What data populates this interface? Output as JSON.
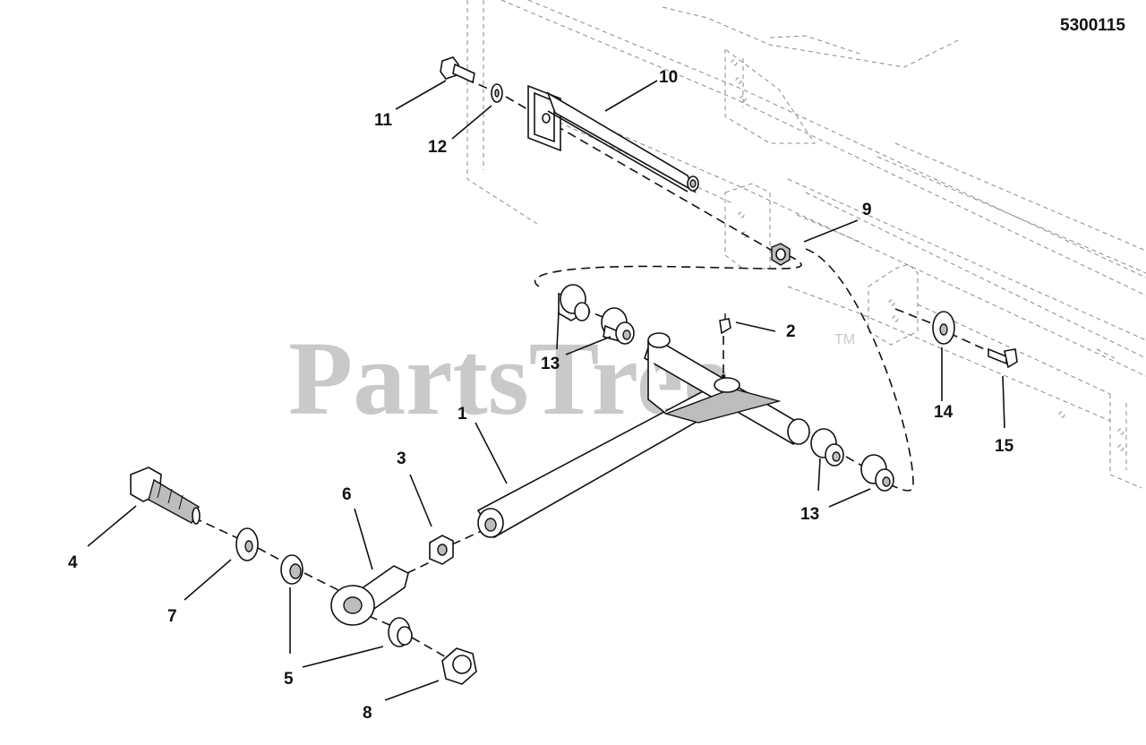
{
  "diagram": {
    "document_number": "5300115",
    "watermark": {
      "text": "PartsTree",
      "trademark": "TM"
    },
    "callouts": [
      {
        "id": "c1",
        "label": "1"
      },
      {
        "id": "c2",
        "label": "2"
      },
      {
        "id": "c3",
        "label": "3"
      },
      {
        "id": "c4",
        "label": "4"
      },
      {
        "id": "c5",
        "label": "5"
      },
      {
        "id": "c6",
        "label": "6"
      },
      {
        "id": "c7",
        "label": "7"
      },
      {
        "id": "c8",
        "label": "8"
      },
      {
        "id": "c9",
        "label": "9"
      },
      {
        "id": "c10",
        "label": "10"
      },
      {
        "id": "c11",
        "label": "11"
      },
      {
        "id": "c12",
        "label": "12"
      },
      {
        "id": "c13a",
        "label": "13"
      },
      {
        "id": "c13b",
        "label": "13"
      },
      {
        "id": "c14",
        "label": "14"
      },
      {
        "id": "c15",
        "label": "15"
      }
    ]
  }
}
